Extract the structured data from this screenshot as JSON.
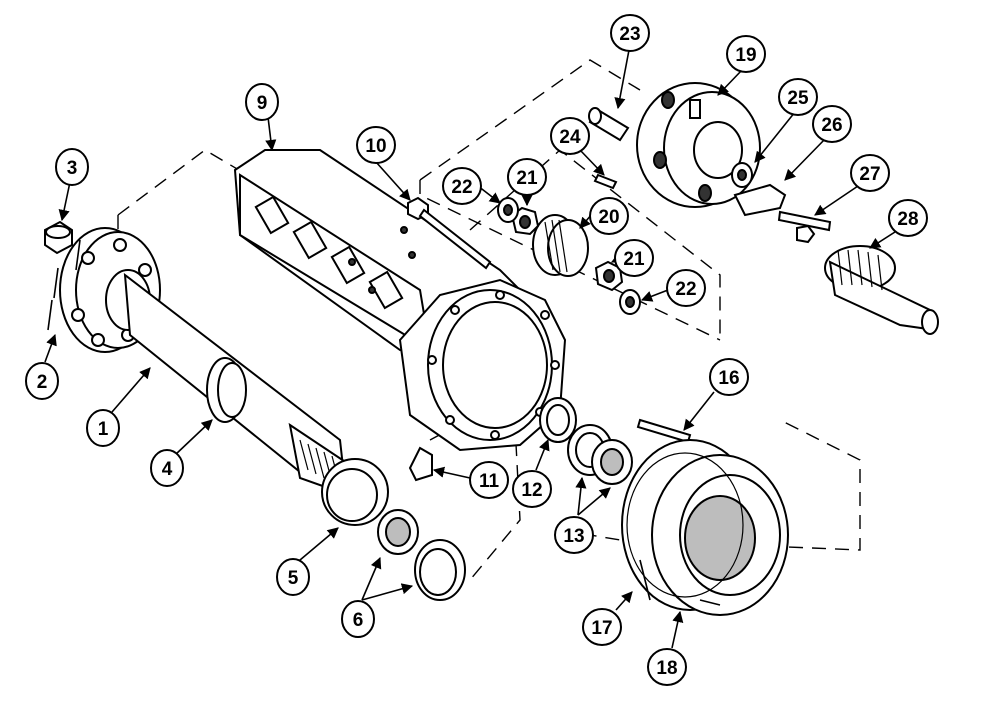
{
  "callouts": {
    "c1": "1",
    "c2": "2",
    "c3": "3",
    "c4": "4",
    "c5": "5",
    "c6": "6",
    "c9": "9",
    "c10": "10",
    "c11": "11",
    "c12": "12",
    "c13": "13",
    "c16": "16",
    "c17": "17",
    "c18": "18",
    "c19": "19",
    "c20": "20",
    "c21a": "21",
    "c21b": "21",
    "c22a": "22",
    "c22b": "22",
    "c23": "23",
    "c24": "24",
    "c25": "25",
    "c26": "26",
    "c27": "27",
    "c28": "28"
  }
}
